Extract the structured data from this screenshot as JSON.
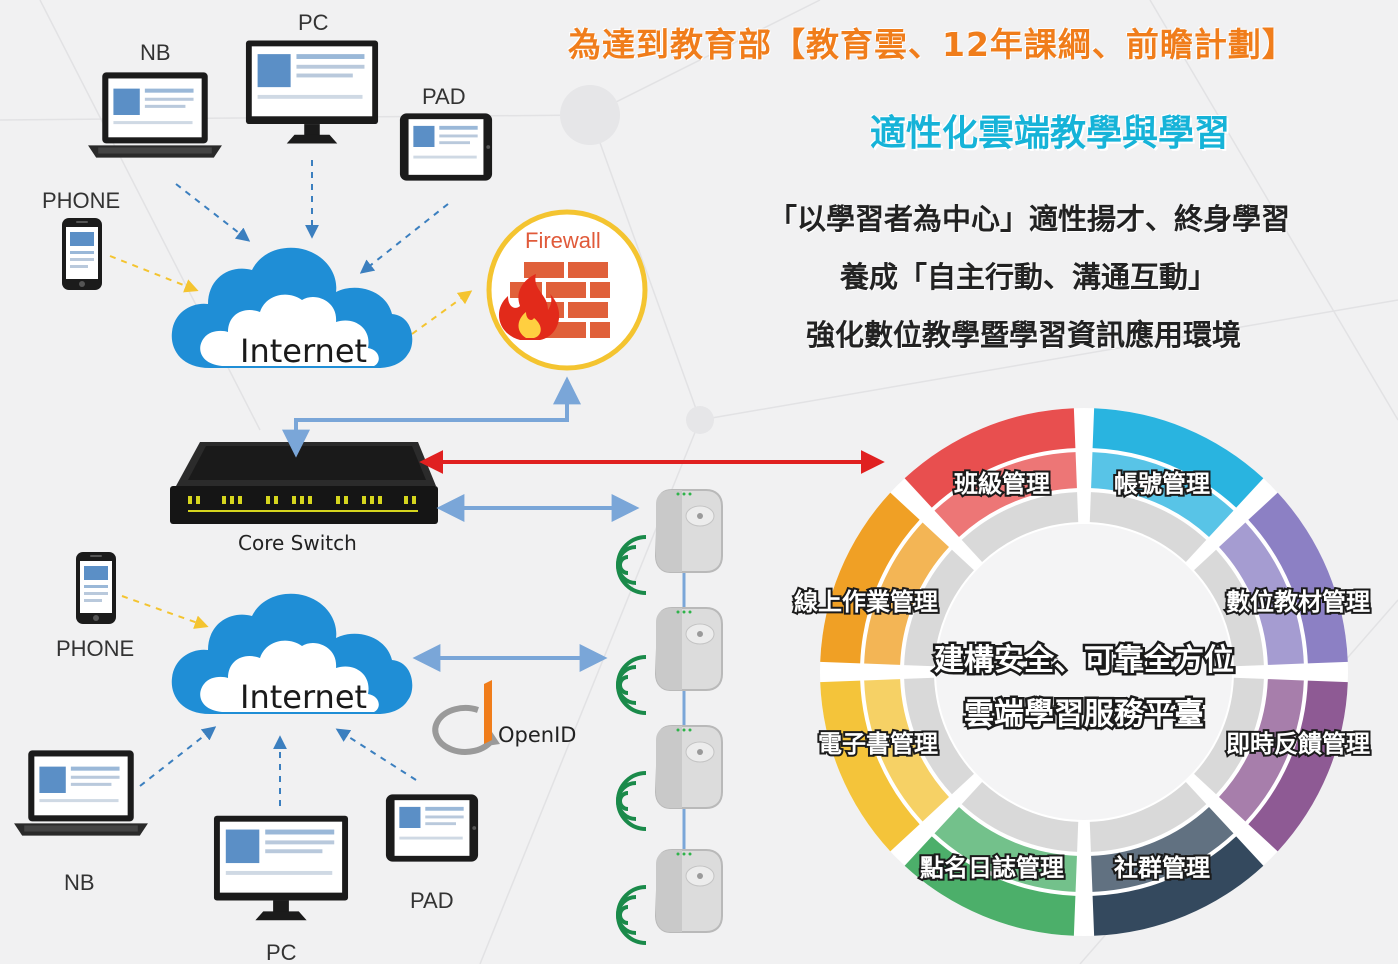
{
  "header": {
    "title": "為達到教育部【教育雲、12年課綱、前瞻計劃】",
    "subtitle": "適性化雲端教學與學習",
    "lines": [
      "「以學習者為中心」適性揚才、終身學習",
      "養成「自主行動、溝通互動」",
      "強化數位教學暨學習資訊應用環境"
    ]
  },
  "network": {
    "top_devices": {
      "nb": "NB",
      "pc": "PC",
      "pad": "PAD",
      "phone": "PHONE"
    },
    "bottom_devices": {
      "nb": "NB",
      "pc": "PC",
      "pad": "PAD",
      "phone": "PHONE"
    },
    "cloud_top": "Internet",
    "cloud_bottom": "Internet",
    "firewall": "Firewall",
    "switch": "Core Switch",
    "openid": "OpenID"
  },
  "ring": {
    "center_line1": "建構安全、可靠全方位",
    "center_line2": "雲端學習服務平臺",
    "segments": [
      {
        "label": "班級管理",
        "color": "#29b4e0"
      },
      {
        "label": "帳號管理",
        "color": "#8c80c4"
      },
      {
        "label": "數位教材管理",
        "color": "#8e5a94"
      },
      {
        "label": "即時反饋管理",
        "color": "#34495e"
      },
      {
        "label": "社群管理",
        "color": "#4caf6a"
      },
      {
        "label": "點名日誌管理",
        "color": "#f4c43a"
      },
      {
        "label": "電子書管理",
        "color": "#f0a025"
      },
      {
        "label": "線上作業管理",
        "color": "#e84f4f"
      }
    ]
  },
  "colors": {
    "title_orange": "#f07d1b",
    "subtitle_cyan": "#16b3d8",
    "cloud_blue": "#1f8ed6",
    "arrow_red": "#e02020",
    "arrow_blue": "#7aa6d8",
    "wifi_green": "#1a8a4a"
  },
  "icons": [
    "laptop-icon",
    "monitor-icon",
    "tablet-icon",
    "phone-icon",
    "cloud-icon",
    "firewall-icon",
    "switch-icon",
    "access-point-icon",
    "wifi-icon",
    "openid-icon"
  ]
}
